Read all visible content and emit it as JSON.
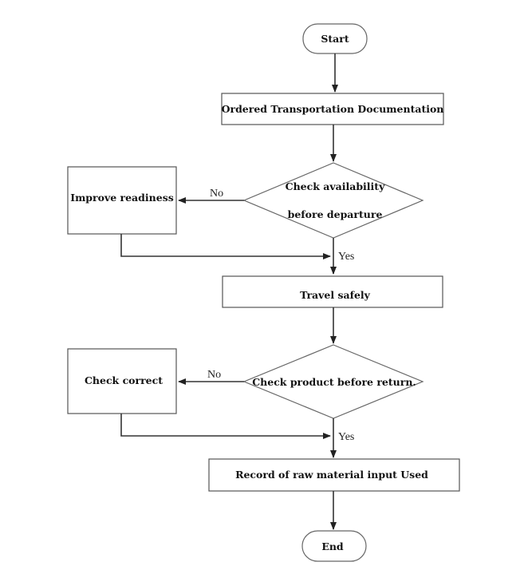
{
  "nodes": {
    "start": "Start",
    "ordered": "Ordered Transportation Documentation",
    "check_availability_line1": "Check availability",
    "check_availability_line2": "before departure",
    "improve": "Improve readiness",
    "travel": "Travel safely",
    "check_product": "Check product before return.",
    "check_correct": "Check correct",
    "record": "Record of raw material input Used",
    "end": "End"
  },
  "edges": {
    "no_1": "No",
    "yes_1": "Yes",
    "no_2": "No",
    "yes_2": "Yes"
  }
}
